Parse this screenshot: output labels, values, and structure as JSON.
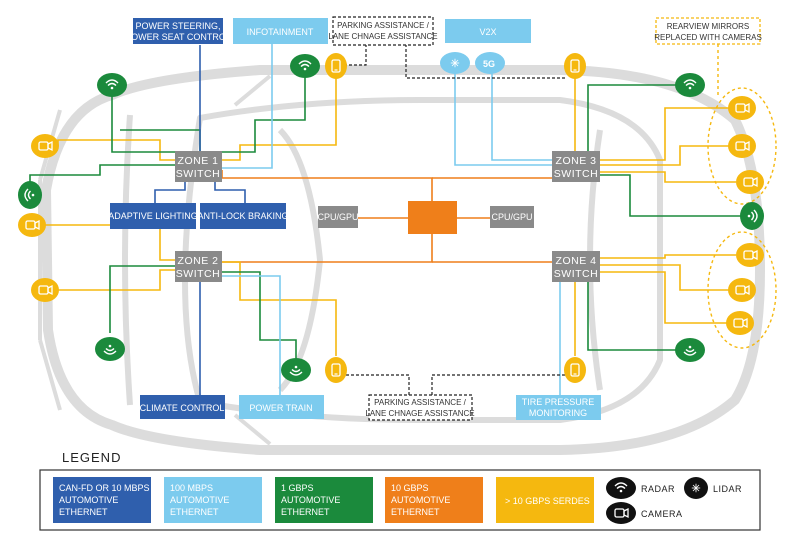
{
  "top_boxes": {
    "power_steering": [
      "POWER STEERING,",
      "POWER SEAT CONTROL"
    ],
    "infotainment": "INFOTAINMENT",
    "parking_top": [
      "PARKING ASSISTANCE /",
      "LANE CHNAGE ASSISTANCE"
    ],
    "v2x": "V2X",
    "rearview": [
      "REARVIEW MIRRORS",
      "REPLACED WITH CAMERAS"
    ]
  },
  "middle_boxes": {
    "adaptive_lighting": "ADAPTIVE LIGHTING",
    "anti_lock": "ANTI-LOCK BRAKING",
    "cpu_left": "CPU/GPU",
    "cpu_right": "CPU/GPU"
  },
  "zones": {
    "zone1": [
      "ZONE 1",
      "SWITCH"
    ],
    "zone2": [
      "ZONE 2",
      "SWITCH"
    ],
    "zone3": [
      "ZONE 3",
      "SWITCH"
    ],
    "zone4": [
      "ZONE 4",
      "SWITCH"
    ]
  },
  "bottom_boxes": {
    "climate": "CLIMATE CONTROL",
    "power_train": "POWER TRAIN",
    "parking_bottom": [
      "PARKING ASSISTANCE /",
      "LANE CHNAGE ASSISTANCE"
    ],
    "tire": [
      "TIRE PRESSURE",
      "MONITORING"
    ]
  },
  "badge_5g": "5G",
  "legend": {
    "title": "LEGEND",
    "items": [
      {
        "lines": [
          "CAN-FD OR 10 MBPS",
          "AUTOMOTIVE",
          "ETHERNET"
        ],
        "color": "#2f5fad"
      },
      {
        "lines": [
          "100 MBPS",
          "AUTOMOTIVE",
          "ETHERNET"
        ],
        "color": "#7ccbee"
      },
      {
        "lines": [
          "1 GBPS",
          "AUTOMOTIVE",
          "ETHERNET"
        ],
        "color": "#1b8a3c"
      },
      {
        "lines": [
          "10 GBPS",
          "AUTOMOTIVE",
          "ETHERNET"
        ],
        "color": "#ef7f1a"
      },
      {
        "lines": [
          "> 10 GBPS SERDES"
        ],
        "color": "#f5b80f"
      }
    ],
    "radar": "RADAR",
    "lidar": "LIDAR",
    "camera": "CAMERA"
  },
  "colors": {
    "blue_dark": "#2f5fad",
    "blue_light": "#7ccbee",
    "green": "#1b8a3c",
    "orange": "#ef7f1a",
    "yellow": "#f5b80f",
    "gray": "#8a8a8a"
  }
}
